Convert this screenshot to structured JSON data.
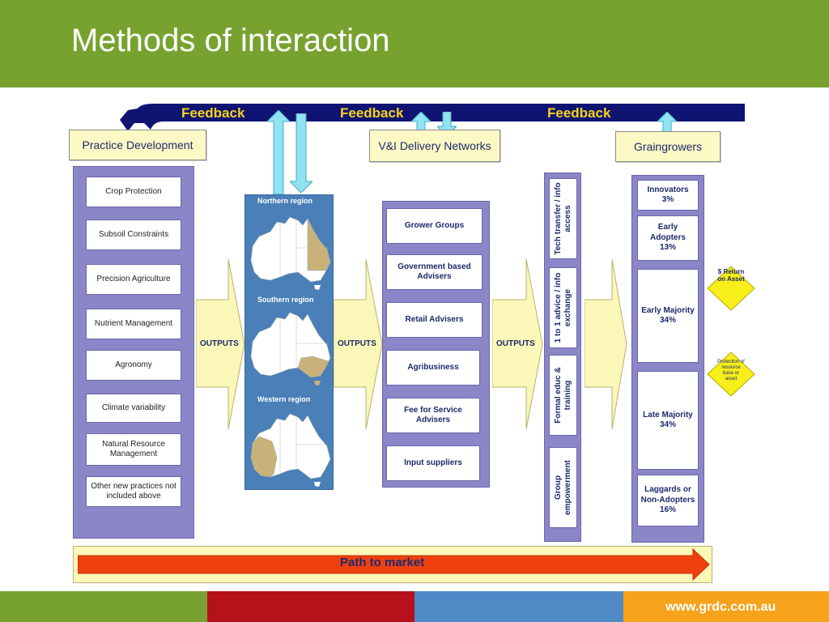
{
  "title": "Methods of interaction",
  "feedback_labels": [
    "Feedback",
    "Feedback",
    "Feedback"
  ],
  "headers": {
    "practice": "Practice Development",
    "networks": "V&I Delivery Networks",
    "graingrowers": "Graingrowers"
  },
  "practices": [
    "Crop Protection",
    "Subsoil Constraints",
    "Precision Agriculture",
    "Nutrient Management",
    "Agronomy",
    "Climate variability",
    "Natural Resource Management",
    "Other new practices not included above"
  ],
  "regions": [
    "Northern region",
    "Southern region",
    "Western region"
  ],
  "outputs_label": "OUTPUTS",
  "networks": [
    "Grower Groups",
    "Government based Advisers",
    "Retail Advisers",
    "Agribusiness",
    "Fee for Service Advisers",
    "Input suppliers"
  ],
  "methods": [
    "Tech transfer / info access",
    "1 to 1 advice / info exchange",
    "Formal educ & training",
    "Group empowerment"
  ],
  "adopters": [
    {
      "name": "Innovators",
      "pct": "3%"
    },
    {
      "name": "Early Adopters",
      "pct": "13%"
    },
    {
      "name": "Early Majority",
      "pct": "34%"
    },
    {
      "name": "Late Majority",
      "pct": "34%"
    },
    {
      "name": "Laggards or Non-Adopters",
      "pct": "16%"
    }
  ],
  "diamonds": {
    "return": "$ Return on Asset",
    "protection": "Protection of resource base or asset"
  },
  "path_label": "Path to market",
  "footer": {
    "url": "www.grdc.com.au",
    "colors": [
      "#78a22f",
      "#b5121b",
      "#4f8ac6",
      "#f7a21b"
    ]
  },
  "colors": {
    "title_bar": "#78a22f",
    "feedback_arrow": "#0f1473",
    "panel": "#8b86c8",
    "map_bg": "#4a7fb8",
    "output_arrow": "#fbf7b8",
    "path_arrow": "#f04010"
  }
}
